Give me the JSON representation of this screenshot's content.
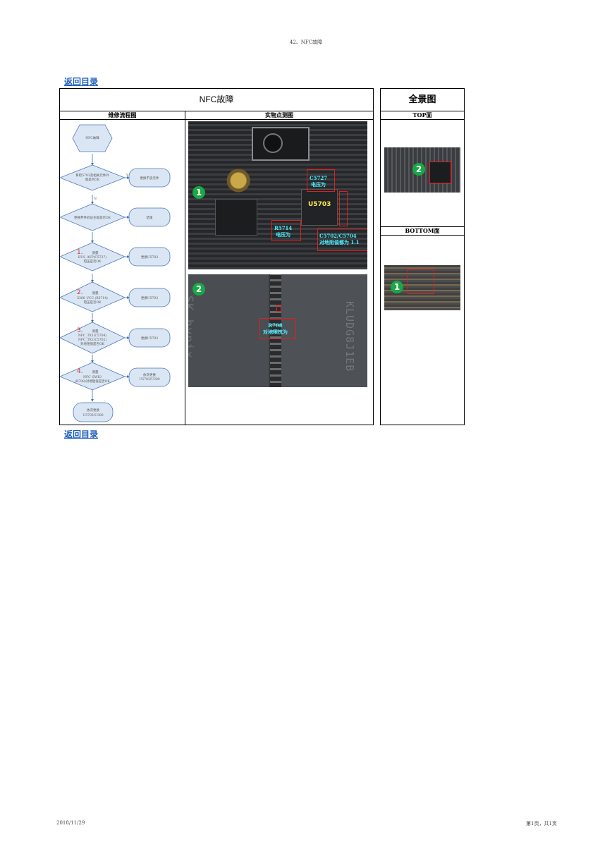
{
  "page_header": "42、NFC故障",
  "back_link": "返回目录",
  "main_table": {
    "title": "NFC故障",
    "col_flow": "维修流程图",
    "col_photo": "实物点测图"
  },
  "side_table": {
    "title": "全景图",
    "top_label": "TOP面",
    "bottom_label": "BOTTOM面"
  },
  "flowchart": {
    "start": "NFC故障",
    "steps": [
      {
        "num": "",
        "lines": [
          "目检5703及相关元件外",
          "观是否OK"
        ],
        "action": [
          "更换不良元件"
        ]
      },
      {
        "num": "",
        "lines": [
          "更换弃件验证主板是否OK"
        ],
        "action": [
          "结束"
        ]
      },
      {
        "num": "1.",
        "lines": [
          "测量",
          "BUS_AVP(C5727)",
          "电压是否OK"
        ],
        "action": [
          "更换U5703"
        ]
      },
      {
        "num": "2.",
        "lines": [
          "测量",
          "5300_VCC (R5714)",
          "电压是否OK"
        ],
        "action": [
          "更换U5703"
        ]
      },
      {
        "num": "3.",
        "lines": [
          "测量",
          "NFC_TX1(C5704)",
          "NFC_TX2(C5702)",
          "对地阻值是否OK"
        ],
        "action": [
          "更换U5703"
        ]
      },
      {
        "num": "4.",
        "lines": [
          "测量",
          "NFC_SWIO",
          "(R708)对地阻值是否OK"
        ],
        "action": [
          "依次更换",
          "U5703/U300"
        ]
      }
    ],
    "end_lines": [
      "依次更换",
      "U5703/U300"
    ],
    "yes": "Y",
    "no": "N"
  },
  "photo1": {
    "badge": "1",
    "chip": "U5703",
    "labels": {
      "c5727": [
        "C5727",
        "电压为"
      ],
      "r5714": [
        "R5714",
        "电压为"
      ],
      "c5702": [
        "C5702/C5704",
        "对地阻值都为 1.1"
      ]
    }
  },
  "photo2": {
    "badge": "2",
    "label": [
      "R708",
      "对地阻抗为"
    ],
    "chip_text_left": "SK hynix",
    "chip_text_right": "KLUDG8J1EB"
  },
  "overview": {
    "top_badge": "2",
    "bottom_badge": "1"
  },
  "footer": {
    "date": "2018/11/29",
    "page": "第1页，共1页"
  }
}
